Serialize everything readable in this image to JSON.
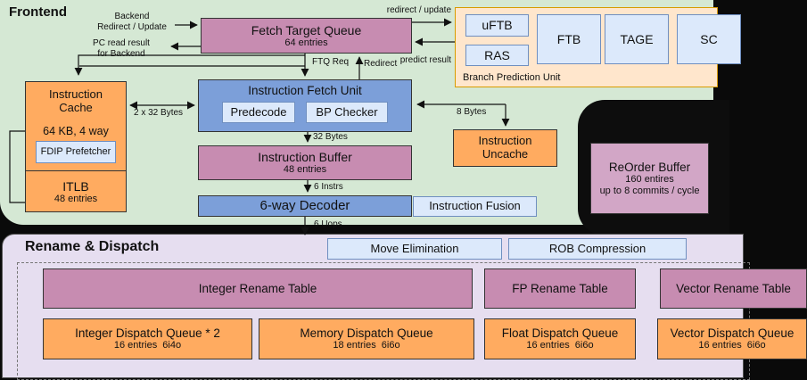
{
  "frontend": {
    "title": "Frontend",
    "ftq": {
      "title": "Fetch Target Queue",
      "sub": "64 entries"
    },
    "bpu": {
      "label": "Branch Prediction Unit",
      "uftb": "uFTB",
      "ras": "RAS",
      "ftb": "FTB",
      "tage": "TAGE",
      "sc": "SC"
    },
    "icache": {
      "line1": "Instruction",
      "line2": "Cache",
      "sub": "64 KB, 4 way",
      "fdip": "FDIP Prefetcher",
      "itlb": "ITLB",
      "itlb_sub": "48 entries"
    },
    "ifu": {
      "title": "Instruction Fetch Unit",
      "predecode": "Predecode",
      "bp_checker": "BP Checker"
    },
    "ibuf": {
      "title": "Instruction Buffer",
      "sub": "48 entries"
    },
    "decoder": {
      "title": "6-way Decoder",
      "fusion": "Instruction Fusion"
    },
    "uncache": {
      "line1": "Instruction",
      "line2": "Uncache"
    },
    "rob": {
      "title": "ReOrder Buffer",
      "sub1": "160 entires",
      "sub2": "up to 8 commits / cycle"
    }
  },
  "wire_labels": {
    "backend_l1": "Backend",
    "backend_l2": "Redirect / Update",
    "pc_l1": "PC read result",
    "pc_l2": "for Backend",
    "redirect_update": "redirect / update",
    "predict_result": "predict result",
    "ftq_req": "FTQ Req",
    "redirect": "Redirect",
    "bytes_2x32": "2 x 32 Bytes",
    "bytes_8": "8 Bytes",
    "bytes_32": "32 Bytes",
    "instrs_6": "6 Instrs",
    "uops_6": "6 Uops"
  },
  "rename": {
    "title": "Rename & Dispatch",
    "move_elim": "Move Elimination",
    "rob_comp": "ROB Compression",
    "int_rt": "Integer Rename Table",
    "fp_rt": "FP Rename Table",
    "vec_rt": "Vector Rename Table",
    "idq": {
      "title": "Integer Dispatch Queue * 2",
      "sub": "16 entries  6i4o"
    },
    "mdq": {
      "title": "Memory Dispatch Queue",
      "sub": "18 entries  6i6o"
    },
    "fdq": {
      "title": "Float Dispatch Queue",
      "sub": "16 entries  6i6o"
    },
    "vdq": {
      "title": "Vector Dispatch Queue",
      "sub": "16 entries  6i6o"
    }
  },
  "colors": {
    "frontend_bg": "#d5e8d4",
    "backend_bg": "#0d0d0d",
    "rename_bg": "#e6def0",
    "mauve": "#c78cb1",
    "orange": "#ffab60",
    "blue": "#7c9fd9",
    "lightblue": "#dce9fb",
    "bpu_peach": "#ffe6cc",
    "rob_pink": "#d2a6c6"
  }
}
